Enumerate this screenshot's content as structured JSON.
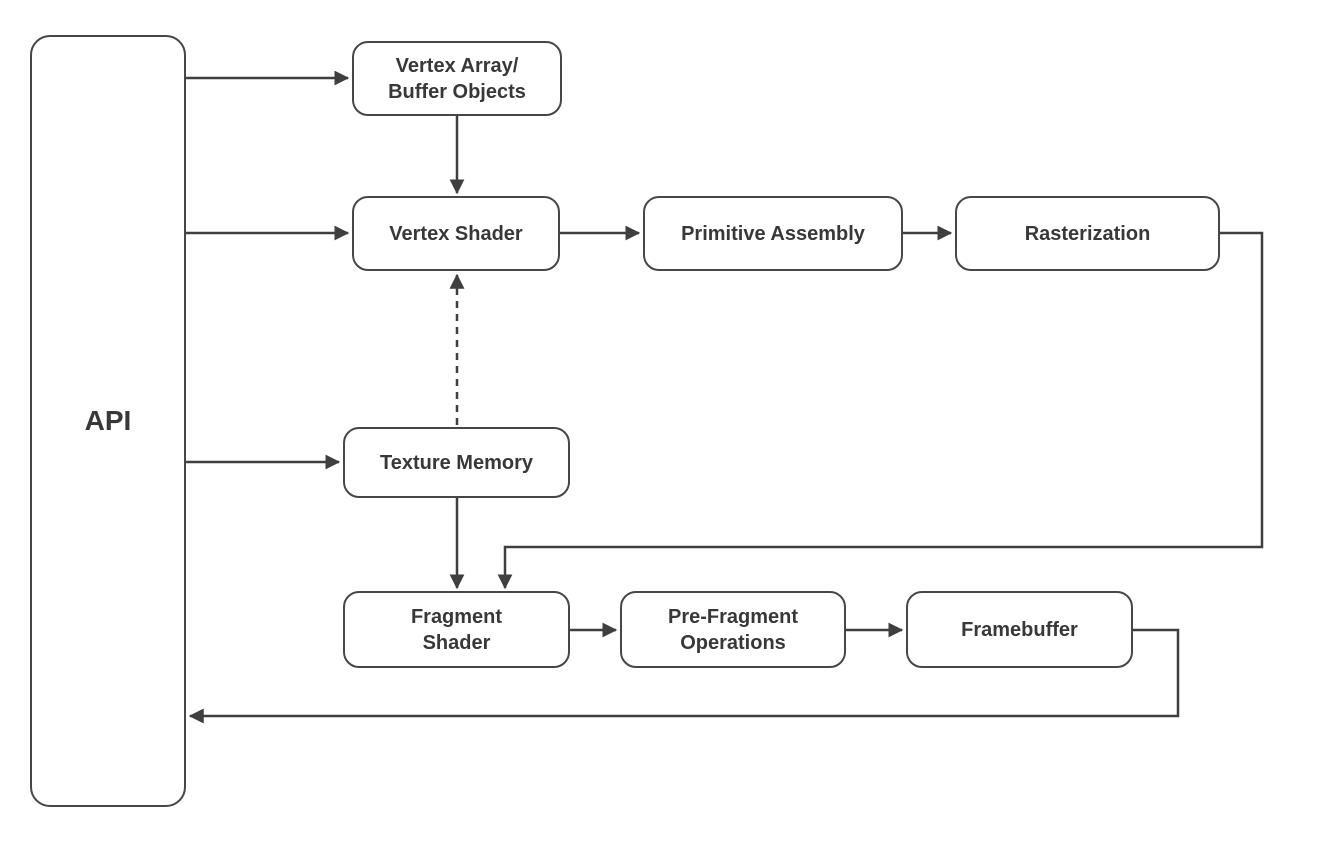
{
  "diagram": {
    "nodes": {
      "api": {
        "label": "API"
      },
      "vertex_array": {
        "label": "Vertex Array/\nBuffer Objects"
      },
      "vertex_shader": {
        "label": "Vertex Shader"
      },
      "primitive_assembly": {
        "label": "Primitive Assembly"
      },
      "rasterization": {
        "label": "Rasterization"
      },
      "texture_memory": {
        "label": "Texture Memory"
      },
      "fragment_shader": {
        "label": "Fragment\nShader"
      },
      "pre_fragment_operations": {
        "label": "Pre-Fragment\nOperations"
      },
      "framebuffer": {
        "label": "Framebuffer"
      }
    },
    "colors": {
      "node_border": "#474747",
      "edge_stroke": "#3f3f3f",
      "text": "#383838",
      "background": "#ffffff"
    },
    "edges": [
      {
        "from": "api",
        "to": "vertex_array",
        "style": "solid"
      },
      {
        "from": "vertex_array",
        "to": "vertex_shader",
        "style": "solid"
      },
      {
        "from": "api",
        "to": "vertex_shader",
        "style": "solid"
      },
      {
        "from": "vertex_shader",
        "to": "primitive_assembly",
        "style": "solid"
      },
      {
        "from": "primitive_assembly",
        "to": "rasterization",
        "style": "solid"
      },
      {
        "from": "rasterization",
        "to": "fragment_shader",
        "style": "solid"
      },
      {
        "from": "texture_memory",
        "to": "vertex_shader",
        "style": "dashed"
      },
      {
        "from": "api",
        "to": "texture_memory",
        "style": "solid"
      },
      {
        "from": "texture_memory",
        "to": "fragment_shader",
        "style": "solid"
      },
      {
        "from": "fragment_shader",
        "to": "pre_fragment_operations",
        "style": "solid"
      },
      {
        "from": "pre_fragment_operations",
        "to": "framebuffer",
        "style": "solid"
      },
      {
        "from": "framebuffer",
        "to": "api",
        "style": "solid"
      }
    ]
  }
}
